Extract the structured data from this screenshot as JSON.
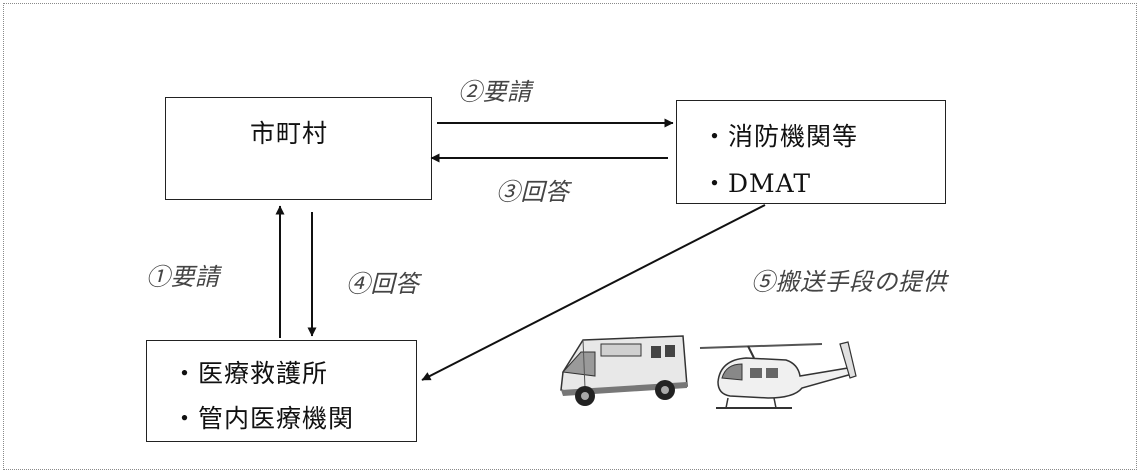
{
  "boxes": {
    "municipality": {
      "title": "市町村"
    },
    "fire": {
      "line1": "・消防機関等",
      "line2": "・DMAT"
    },
    "medical": {
      "line1": "・医療救護所",
      "line2": "・管内医療機関"
    }
  },
  "labels": {
    "request1": "①要請",
    "request2": "②要請",
    "answer3": "③回答",
    "answer4": "④回答",
    "transport5": "⑤搬送手段の提供"
  },
  "icons": [
    "ambulance-icon",
    "helicopter-icon"
  ]
}
